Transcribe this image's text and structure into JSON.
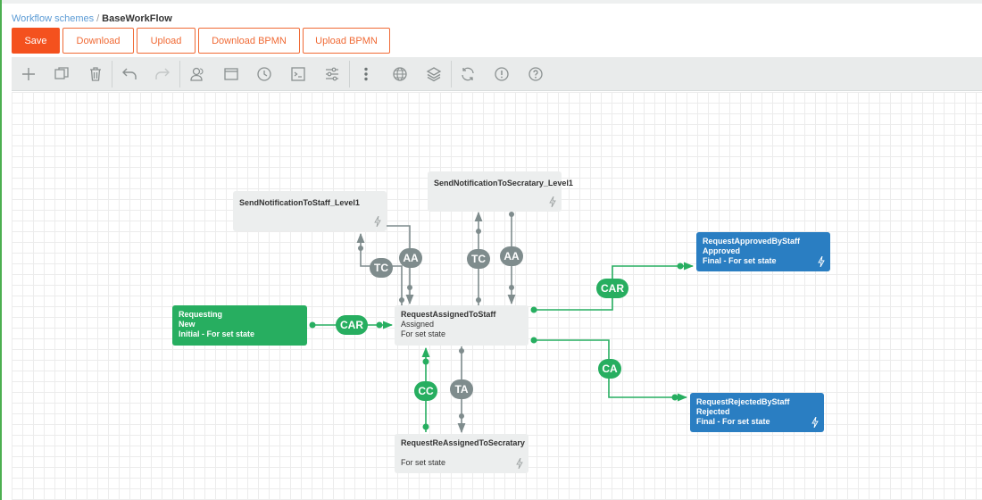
{
  "breadcrumb": {
    "parent": "Workflow schemes",
    "separator": "/",
    "current": "BaseWorkFlow"
  },
  "actions": {
    "save": "Save",
    "download": "Download",
    "upload": "Upload",
    "download_bpmn": "Download BPMN",
    "upload_bpmn": "Upload BPMN"
  },
  "toolbar": {
    "icons": [
      "plus-icon",
      "copy-icon",
      "trash-icon",
      "undo-icon",
      "redo-icon",
      "users-icon",
      "window-icon",
      "clock-icon",
      "terminal-icon",
      "sliders-icon",
      "more-vertical-icon",
      "globe-icon",
      "layers-icon",
      "refresh-icon",
      "alert-icon",
      "help-icon"
    ]
  },
  "nodes": {
    "staff_notify": {
      "title": "SendNotificationToStaff_Level1"
    },
    "secretary_notify": {
      "title": "SendNotificationToSecratary_Level1"
    },
    "requesting": {
      "title": "Requesting",
      "state": "New",
      "note": "Initial - For set state"
    },
    "assigned": {
      "title": "RequestAssignedToStaff",
      "state": "Assigned",
      "note": "For set state"
    },
    "approved": {
      "title": "RequestApprovedByStaff",
      "state": "Approved",
      "note": "Final - For set state"
    },
    "rejected": {
      "title": "RequestRejectedByStaff",
      "state": "Rejected",
      "note": "Final - For set state"
    },
    "reassigned": {
      "title": "RequestReAssignedToSecratary",
      "note": "For set state"
    }
  },
  "transitions": {
    "tc_staff": "TC",
    "aa_staff": "AA",
    "tc_secretary": "TC",
    "aa_secretary": "AA",
    "car_main": "CAR",
    "car_approved": "CAR",
    "ca_rejected": "CA",
    "cc_reassign": "CC",
    "ta_reassign": "TA"
  },
  "colors": {
    "accent": "#f4511e",
    "green": "#27ae60",
    "blue": "#2a7ec2",
    "gray_edge": "#7f8c8d",
    "node_gray": "#eceeee"
  }
}
